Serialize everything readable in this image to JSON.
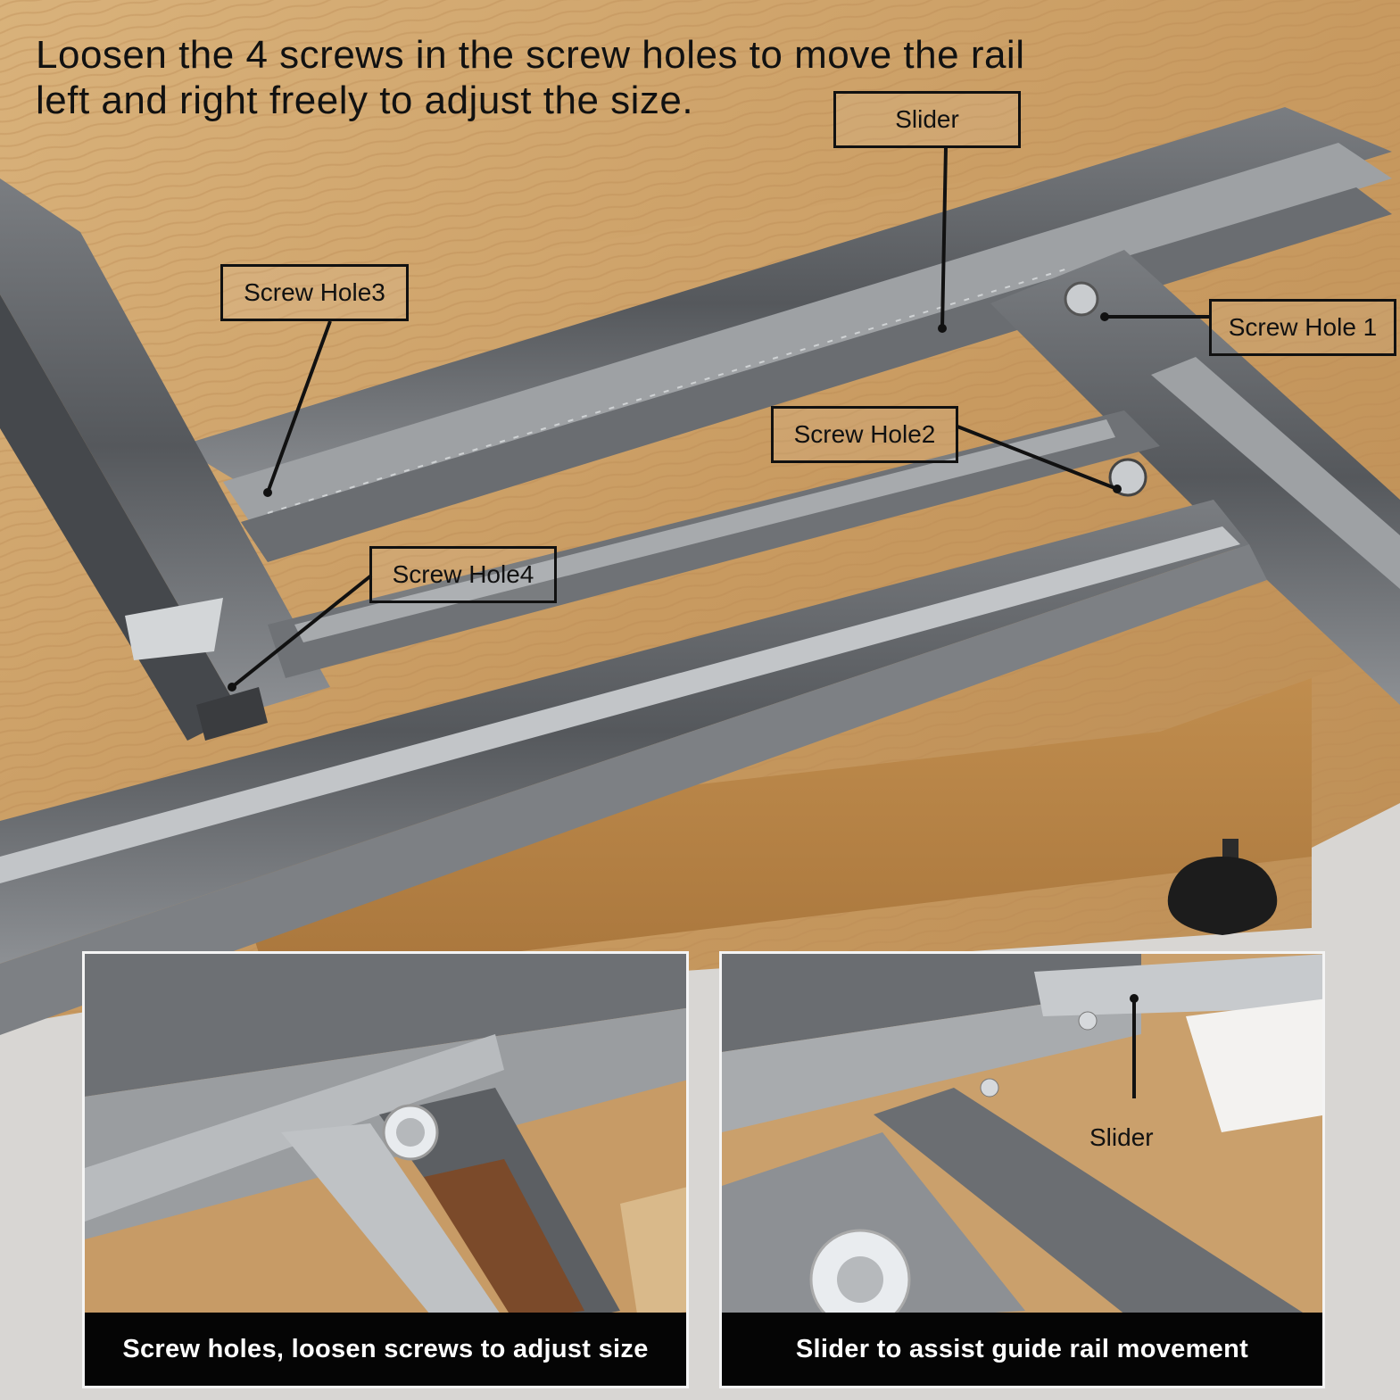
{
  "headline": {
    "line1": "Loosen the 4 screws in the screw holes to move the rail",
    "line2": "left and right freely to adjust the size."
  },
  "labels": {
    "slider": "Slider",
    "screw_hole_1": "Screw Hole 1",
    "screw_hole_2": "Screw Hole2",
    "screw_hole_3": "Screw Hole3",
    "screw_hole_4": "Screw Hole4"
  },
  "insets": {
    "left_caption": "Screw holes, loosen screws to adjust size",
    "right_caption": "Slider to assist guide rail movement",
    "right_label": "Slider"
  },
  "colors": {
    "wood": "#c9a06a",
    "rail": "#5a5d61",
    "rail_light": "#b9bcbf",
    "caption_bg": "#050505"
  }
}
